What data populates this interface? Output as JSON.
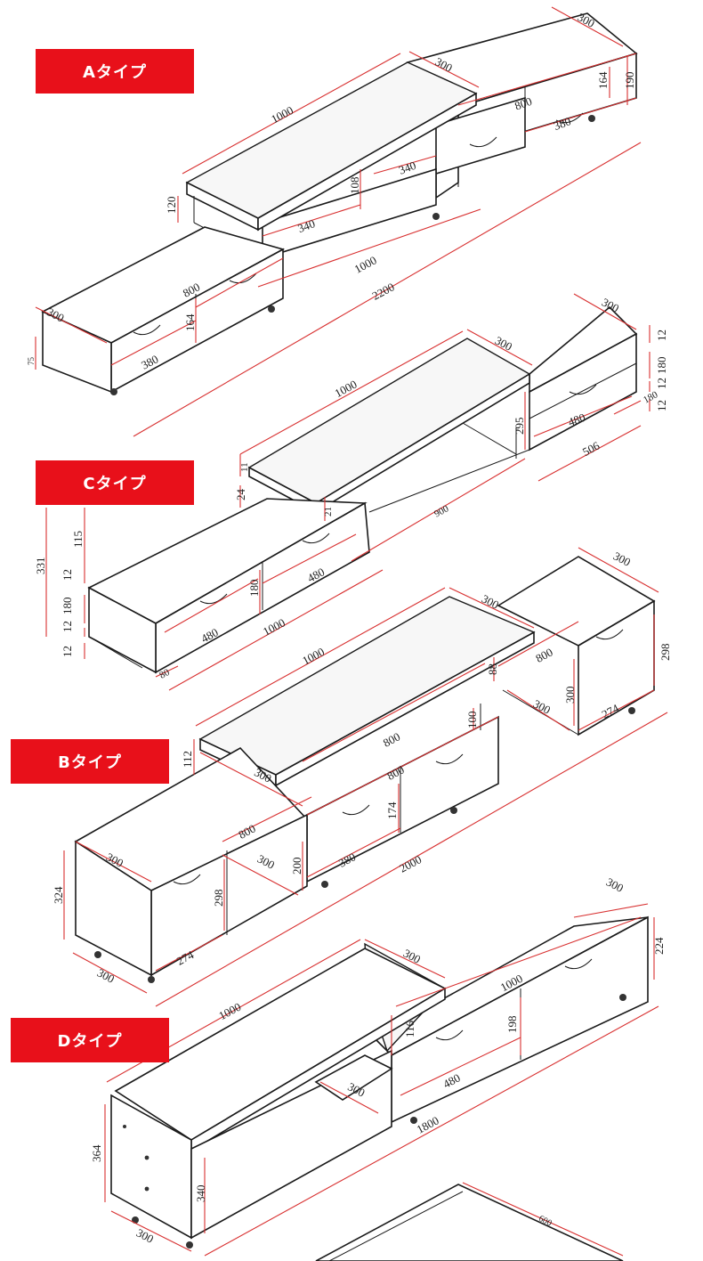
{
  "labels": {
    "a": "Aタイプ",
    "c": "Cタイプ",
    "b": "Bタイプ",
    "d": "Dタイプ"
  },
  "accent_color": "#e8101a",
  "dimension_color": "#d83030",
  "dims": {
    "a": [
      "300",
      "300",
      "1000",
      "164",
      "190",
      "800",
      "380",
      "340",
      "108",
      "120",
      "340",
      "1000",
      "2200",
      "800",
      "300",
      "164",
      "380",
      "75"
    ],
    "c": [
      "300",
      "300",
      "1000",
      "12",
      "180",
      "12",
      "12",
      "180",
      "295",
      "480",
      "506",
      "11",
      "24",
      "21",
      "900",
      "115",
      "331",
      "12",
      "180",
      "480",
      "12",
      "180",
      "12",
      "1000",
      "80",
      "480"
    ],
    "b": [
      "300",
      "300",
      "1000",
      "88",
      "800",
      "298",
      "100",
      "300",
      "300",
      "274",
      "112",
      "800",
      "800",
      "300",
      "174",
      "800",
      "300",
      "200",
      "380",
      "2000",
      "324",
      "300",
      "298",
      "274",
      "300"
    ],
    "d": [
      "300",
      "300",
      "224",
      "1000",
      "1000",
      "198",
      "116",
      "300",
      "480",
      "1800",
      "364",
      "340",
      "300",
      "600"
    ]
  }
}
